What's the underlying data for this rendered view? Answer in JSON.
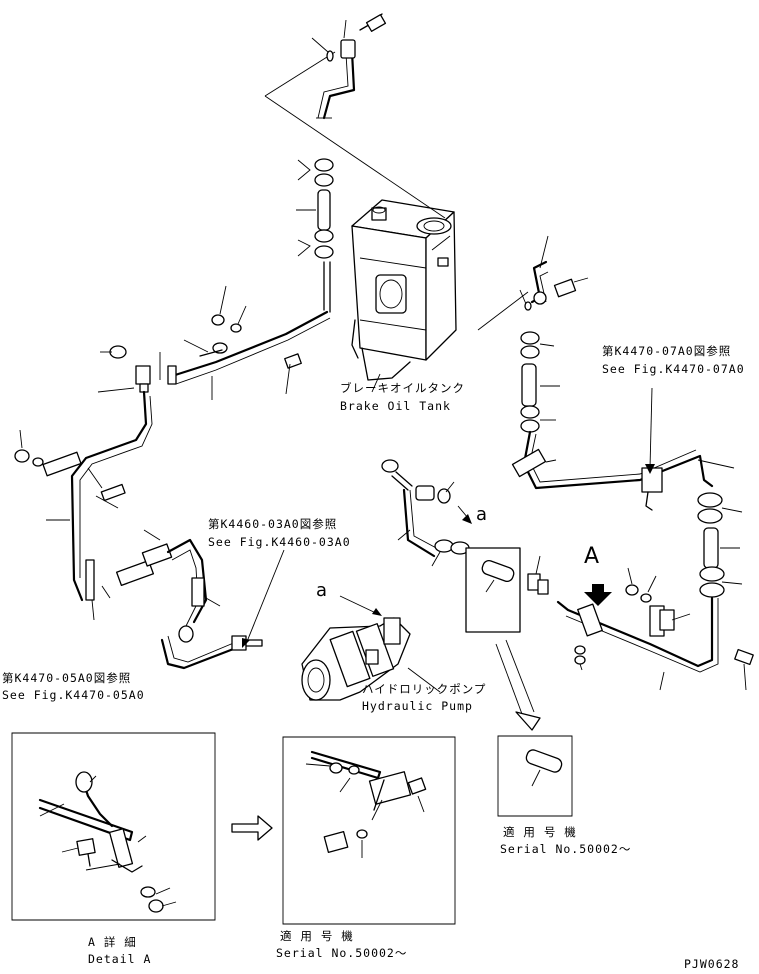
{
  "callouts": {
    "tank_jp": "ブレーキオイルタンク",
    "tank_en": "Brake Oil Tank",
    "pump_jp": "ハイドロリックポンプ",
    "pump_en": "Hydraulic Pump",
    "ref_07a0_jp": "第K4470-07A0図参照",
    "ref_07a0_en": "See Fig.K4470-07A0",
    "ref_03a0_jp": "第K4460-03A0図参照",
    "ref_03a0_en": "See Fig.K4460-03A0",
    "ref_05a0_jp": "第K4470-05A0図参照",
    "ref_05a0_en": "See Fig.K4470-05A0",
    "letter_a_upper": "a",
    "letter_a_lower": "a",
    "view_A": "A"
  },
  "insets": {
    "detail": {
      "title_jp": "A 詳 細",
      "title_en": "Detail A"
    },
    "serial_box_left": {
      "applies_jp": "適 用 号 機",
      "serial": "Serial No.50002～"
    },
    "serial_box_right": {
      "applies_jp": "適 用 号 機",
      "serial": "Serial No.50002～"
    }
  },
  "drawing_code": "PJW0628"
}
